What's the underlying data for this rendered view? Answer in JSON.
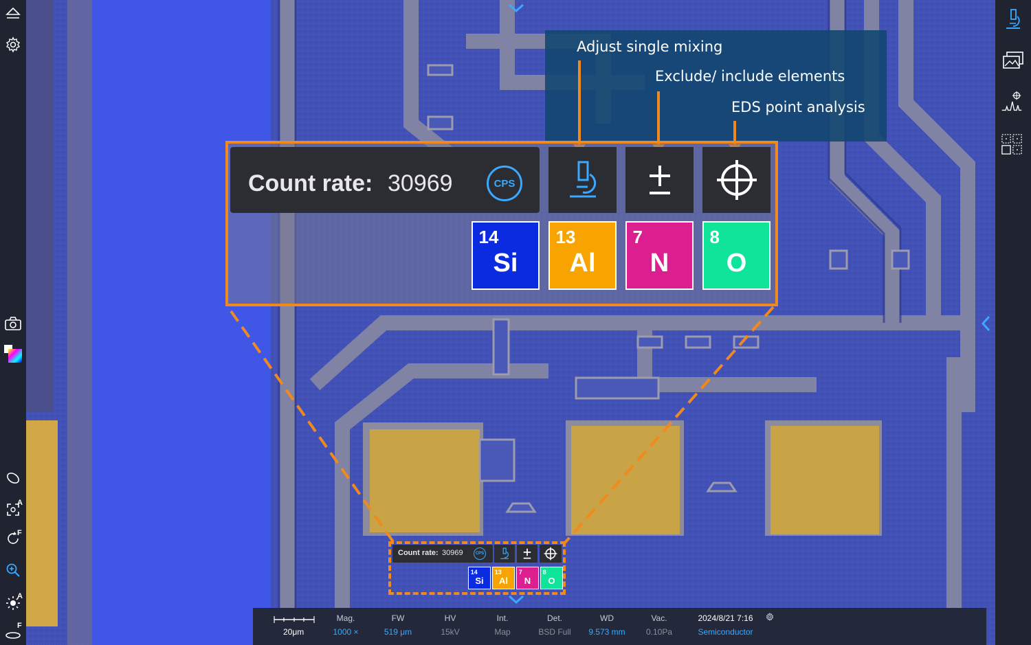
{
  "callouts": {
    "adjust_mixing": "Adjust single mixing",
    "exclude_include": "Exclude/ include elements",
    "eds_point": "EDS point analysis"
  },
  "count_rate": {
    "label": "Count rate:",
    "value": "30969",
    "badge": "CPS"
  },
  "toolbar_icons": [
    "microscope-icon",
    "plus-minus-icon",
    "crosshair-icon"
  ],
  "elements": [
    {
      "number": "14",
      "symbol": "Si",
      "color": "#0b2be0"
    },
    {
      "number": "13",
      "symbol": "Al",
      "color": "#f7a400"
    },
    {
      "number": "7",
      "symbol": "N",
      "color": "#dc1f8f"
    },
    {
      "number": "8",
      "symbol": "O",
      "color": "#10e39a"
    }
  ],
  "status_bar": {
    "scale": "20μm",
    "fields": [
      {
        "label": "Mag.",
        "value": "1000 ×",
        "value_color": "#3aa9ff"
      },
      {
        "label": "FW",
        "value": "519 μm",
        "value_color": "#3aa9ff"
      },
      {
        "label": "HV",
        "value": "15kV",
        "value_color": "#8a8f9e"
      },
      {
        "label": "Int.",
        "value": "Map",
        "value_color": "#8a8f9e"
      },
      {
        "label": "Det.",
        "value": "BSD Full",
        "value_color": "#8a8f9e"
      },
      {
        "label": "WD",
        "value": "9.573 mm",
        "value_color": "#3aa9ff"
      },
      {
        "label": "Vac.",
        "value": "0.10Pa",
        "value_color": "#8a8f9e"
      }
    ],
    "datetime": "2024/8/21 7:16",
    "sample": "Semiconductor"
  },
  "left_sidebar": {
    "icons": [
      "eject-icon",
      "gear-icon",
      "camera-icon",
      "color-map-icon",
      "ellipse-icon",
      "auto-focus-icon",
      "rotate-icon",
      "zoom-icon",
      "brightness-icon",
      "focus-icon"
    ],
    "letters": {
      "auto_focus": "A",
      "rotate": "F",
      "brightness": "A",
      "focus": "F"
    }
  },
  "right_sidebar": {
    "icons": [
      "microscope-icon",
      "image-gallery-icon",
      "spectrum-icon",
      "grid-select-icon",
      "collapse-left-icon"
    ]
  },
  "colors": {
    "accent": "#f08a1f",
    "callout_bg": "#10466e",
    "highlight_blue": "#3aa9ff"
  }
}
